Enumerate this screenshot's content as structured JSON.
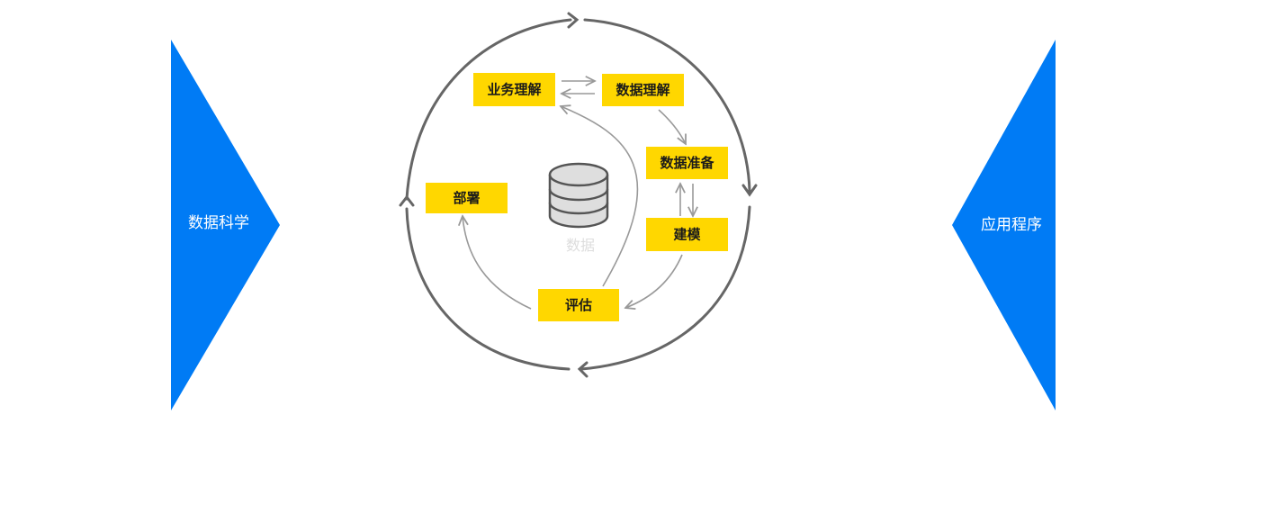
{
  "left_panel": {
    "label": "数据科学",
    "color": "#007BF5"
  },
  "right_panel": {
    "label": "应用程序",
    "color": "#007BF5"
  },
  "cycle": {
    "ring_color": "#666666",
    "box_color": "#FFD700",
    "steps": {
      "business": "业务理解",
      "data_understanding": "数据理解",
      "data_prep": "数据准备",
      "modeling": "建模",
      "evaluation": "评估",
      "deployment": "部署"
    },
    "center": {
      "icon": "database-icon",
      "label": "数据"
    }
  }
}
